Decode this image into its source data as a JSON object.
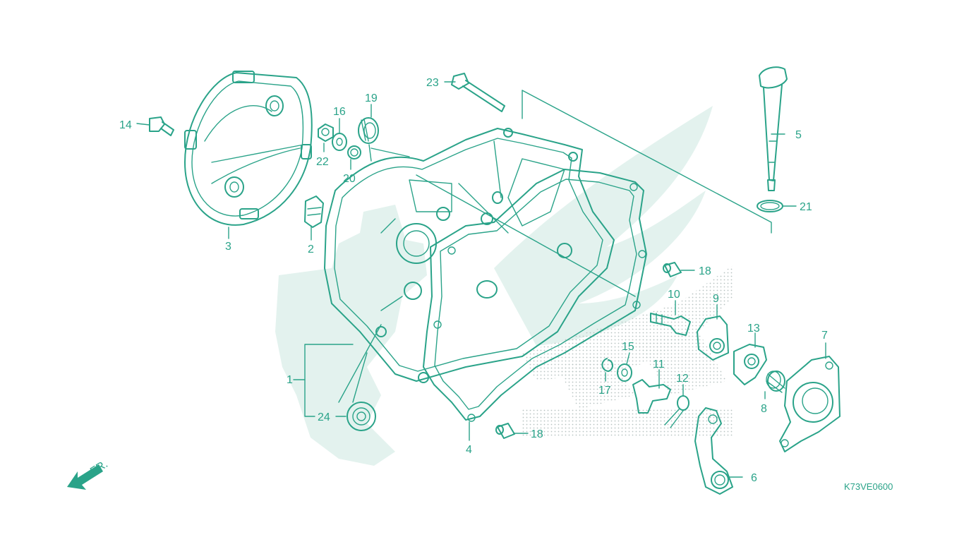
{
  "colors": {
    "line": "#2aa389",
    "watermark": "#e3f2ee",
    "background": "#ffffff"
  },
  "callouts": {
    "p1": "1",
    "p2": "2",
    "p3": "3",
    "p4": "4",
    "p5": "5",
    "p6": "6",
    "p7": "7",
    "p8": "8",
    "p9": "9",
    "p10": "10",
    "p11": "11",
    "p12": "12",
    "p13": "13",
    "p14": "14",
    "p15": "15",
    "p16": "16",
    "p17": "17",
    "p18a": "18",
    "p18b": "18",
    "p19": "19",
    "p20": "20",
    "p21": "21",
    "p22": "22",
    "p23": "23",
    "p24": "24"
  },
  "direction_label": "FR.",
  "drawing_code": "K73VE0600"
}
